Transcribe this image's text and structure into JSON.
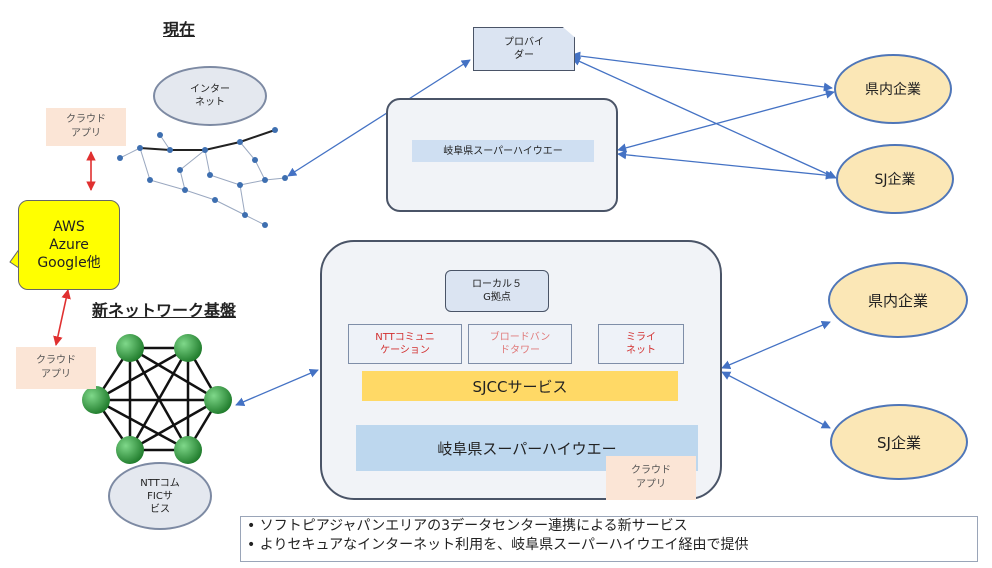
{
  "headings": {
    "current": "現在",
    "new_network": "新ネットワーク基盤"
  },
  "current": {
    "internet": "インター\nネット",
    "cloud_app": "クラウド\nアプリ",
    "provider": "プロバイ\nダー",
    "highway_label": "岐阜県スーパーハイウエー",
    "companies": [
      "県内企業",
      "SJ企業"
    ]
  },
  "cloud_callout": "AWS\nAzure\nGoogle他",
  "new": {
    "cloud_app_left": "クラウド\nアプリ",
    "ntt_fic": "NTTコム\nFICサ\nビス",
    "local5g": "ローカル５\nG拠点",
    "providers": [
      "NTTコミュニ\nケーション",
      "ブロードバン\nドタワー",
      "ミライ\nネット"
    ],
    "sjcc": "SJCCサービス",
    "highway": "岐阜県スーパーハイウエー",
    "cloud_app_box": "クラウド\nアプリ",
    "companies": [
      "県内企業",
      "SJ企業"
    ]
  },
  "notes": [
    "ソフトピアジャパンエリアの3データセンター連携による新サービス",
    "よりセキュアなインターネット利用を、岐阜県スーパーハイウエイ経由で提供"
  ],
  "colors": {
    "arrow": "#4472c4",
    "red_arrow": "#e03030",
    "mesh_node": "#2e9a3a",
    "callout": "#ffff00"
  }
}
